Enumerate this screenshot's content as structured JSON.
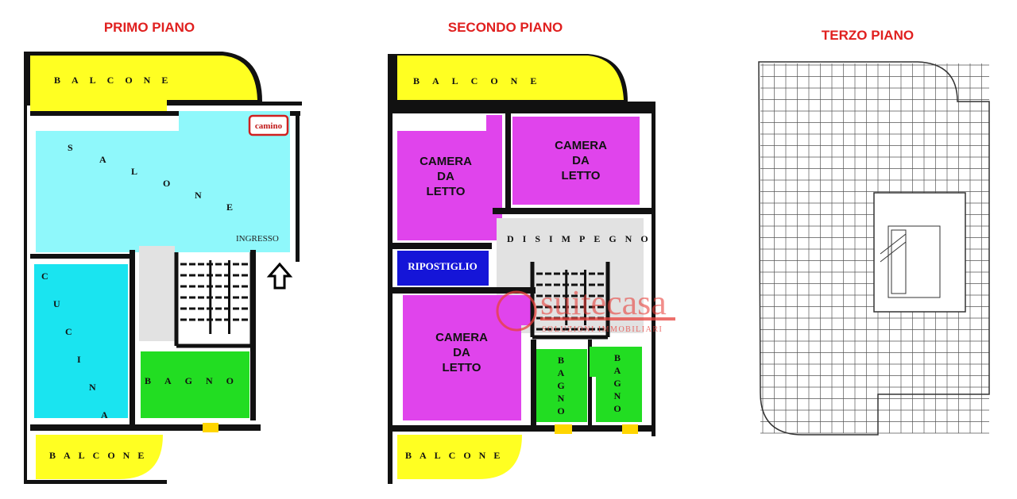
{
  "colors": {
    "title": "#e0201f",
    "balcony": "#ffff22",
    "living": "#8ff8fb",
    "kitchen": "#1ae4f0",
    "bath": "#22dd22",
    "bedroom": "#e044ec",
    "storage": "#1515d8",
    "corridor": "#e2e2e2",
    "wall": "#111111",
    "watermark": "#e8413c"
  },
  "floors": [
    {
      "title": "PRIMO PIANO",
      "rooms": {
        "balcony_top": "BALCONE",
        "living": "SALONE",
        "fireplace": "camino",
        "entrance": "INGRESSO",
        "kitchen": "CUCINA",
        "bath": "BAGNO",
        "balcony_bottom": "BALCONE"
      },
      "entrance_icon": "arrow-up-icon"
    },
    {
      "title": "SECONDO PIANO",
      "rooms": {
        "balcony_top": "BALCONE",
        "bedroom_1": "CAMERA DA LETTO",
        "bedroom_2": "CAMERA DA LETTO",
        "hallway": "DISIMPEGNO",
        "storage": "RIPOSTIGLIO",
        "bedroom_3": "CAMERA DA LETTO",
        "bath_1": "BAGNO",
        "bath_2": "BAGNO",
        "balcony_bottom": "BALCONE"
      }
    },
    {
      "title": "TERZO PIANO"
    }
  ],
  "watermark": {
    "brand": "suitecasa",
    "tagline": "SOLUZIONI IMMOBILIARI"
  }
}
